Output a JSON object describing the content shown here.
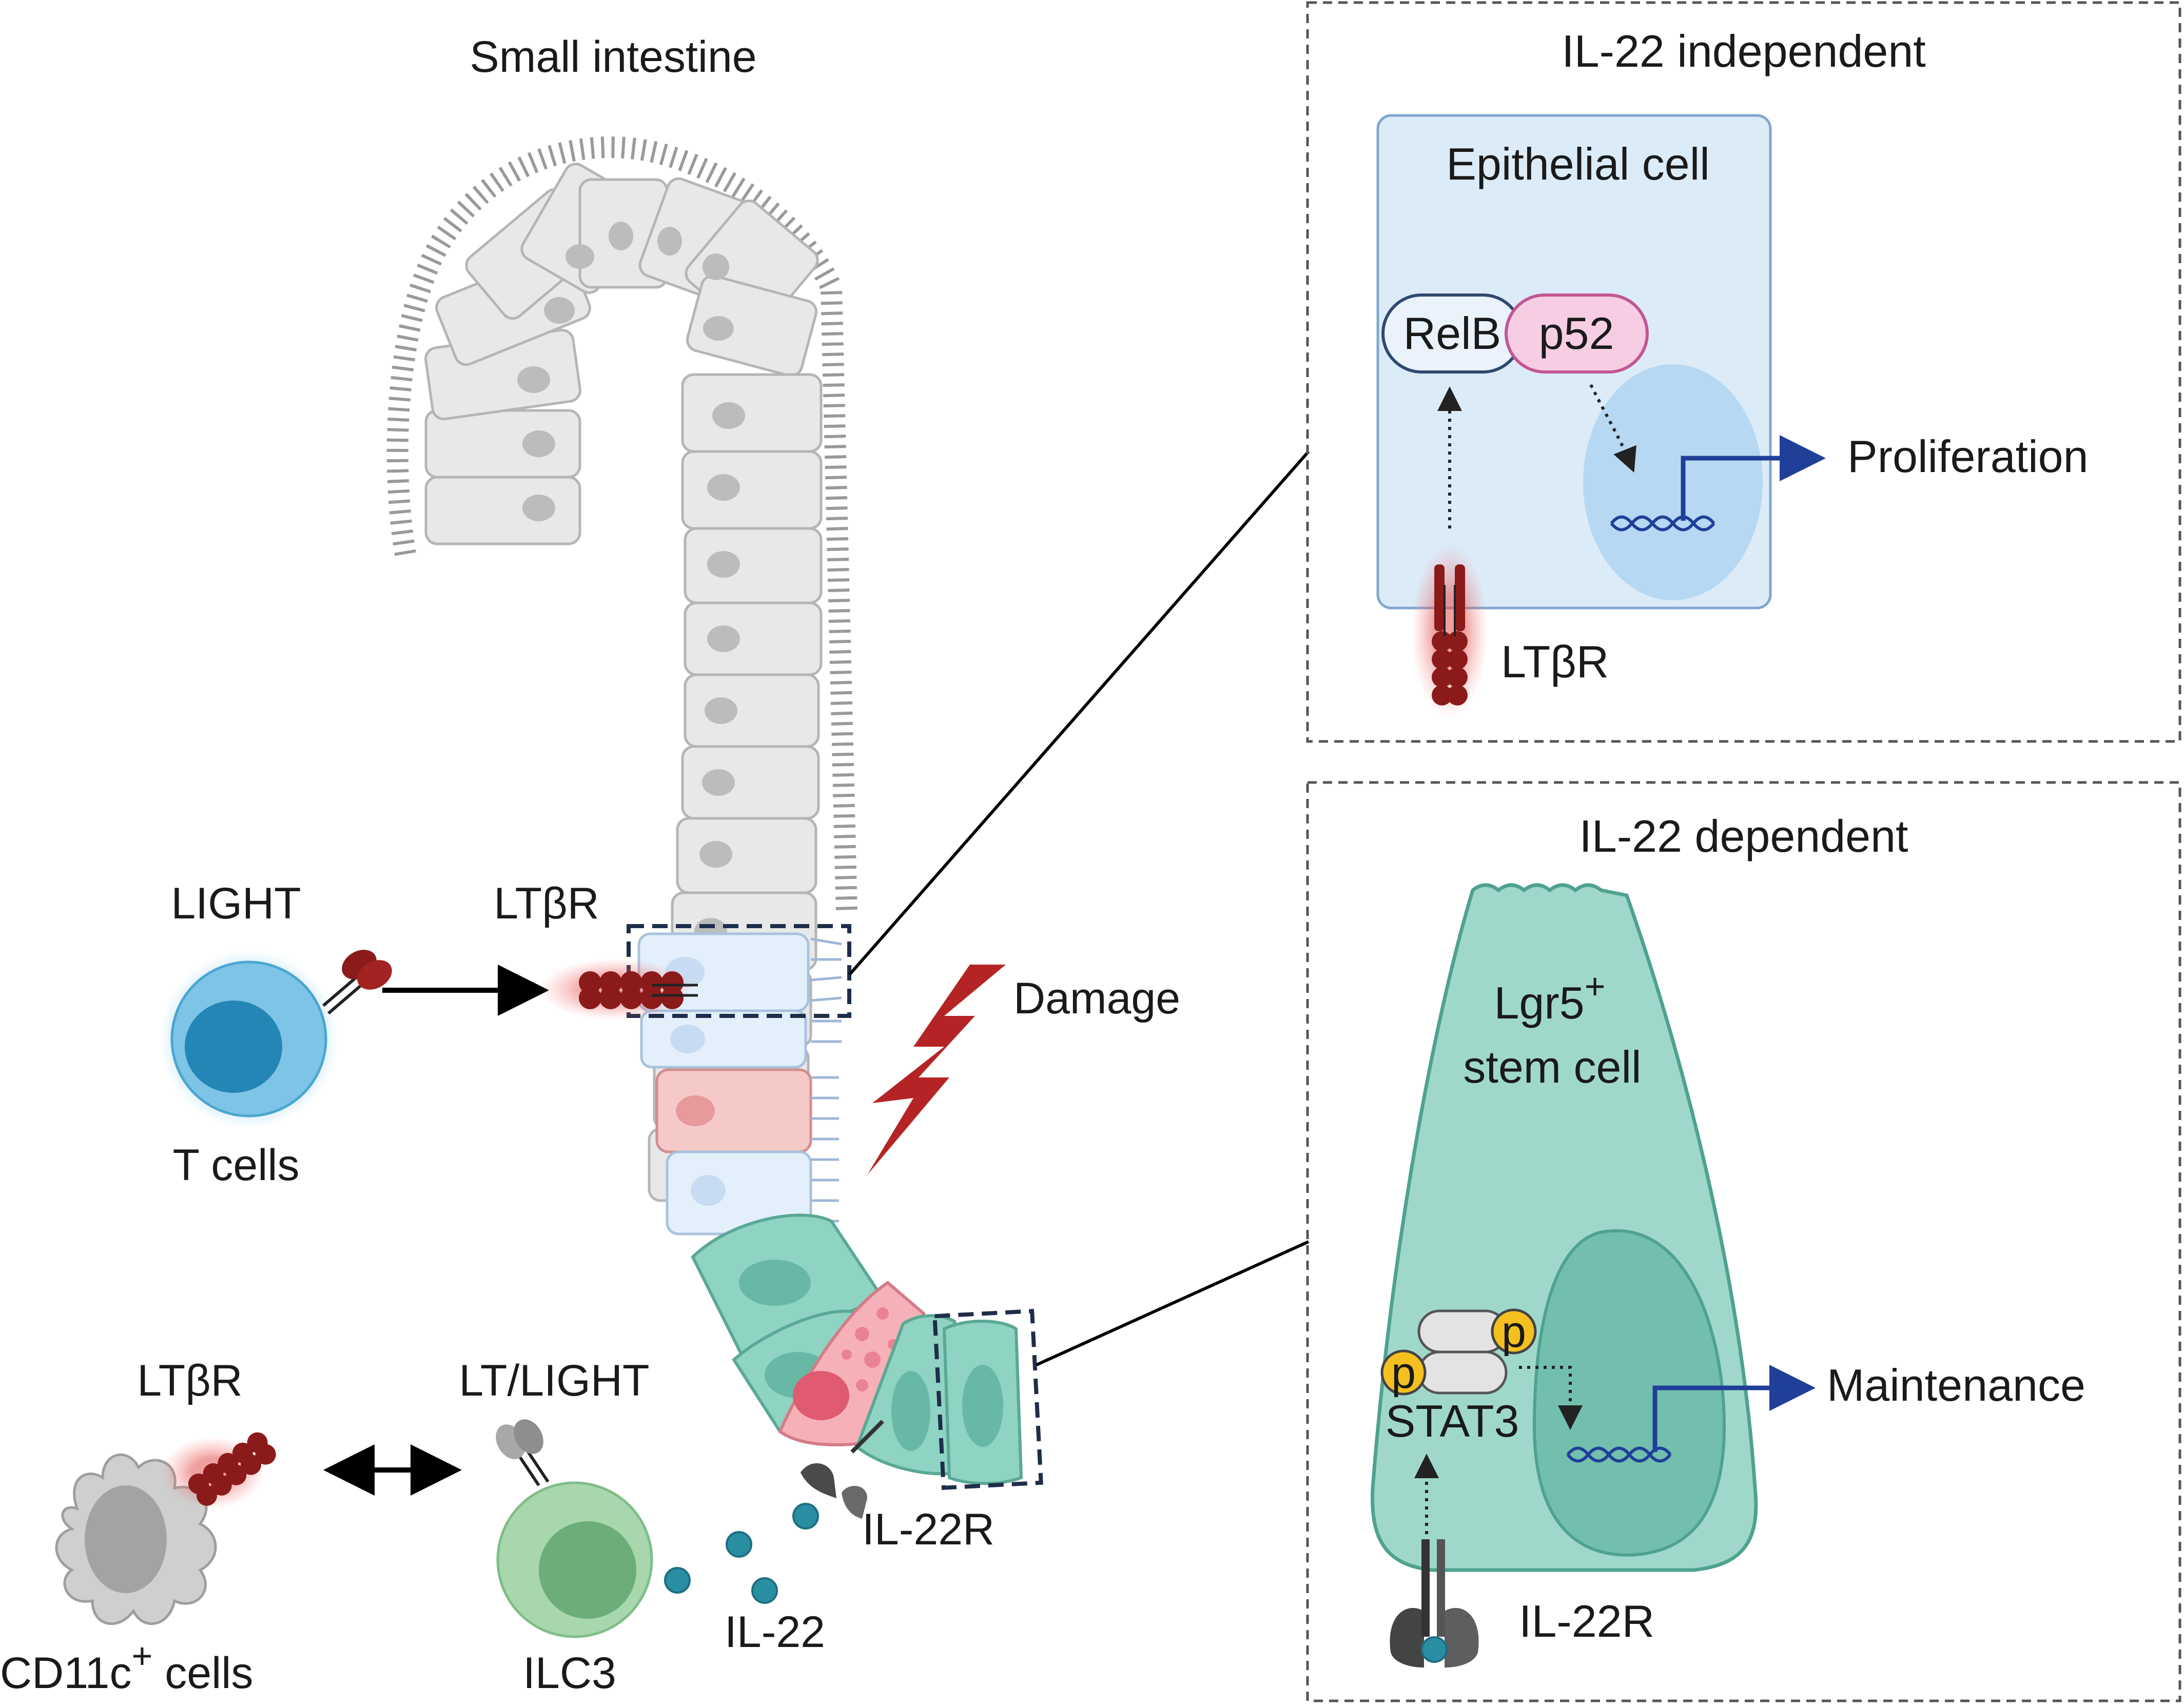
{
  "labels": {
    "small_intestine": "Small intestine",
    "light": "LIGHT",
    "t_cells": "T cells",
    "ltbr_mid": "LTβR",
    "damage": "Damage",
    "ltbr_cd11c": "LTβR",
    "cd11c_cells": "CD11c",
    "cd11c_sup": "+",
    "cd11c_suffix": " cells",
    "lt_light": "LT/LIGHT",
    "ilc3": "ILC3",
    "il22": "IL-22",
    "il22r_mid": "IL-22R"
  },
  "panel_top": {
    "title": "IL-22 independent",
    "cell_title": "Epithelial cell",
    "relb": "RelB",
    "p52": "p52",
    "outcome": "Proliferation",
    "receptor": "LTβR"
  },
  "panel_bottom": {
    "title": "IL-22 dependent",
    "cell_title_1": "Lgr5",
    "cell_title_sup": "+",
    "cell_title_2": "stem cell",
    "phospho": "p",
    "stat3": "STAT3",
    "outcome": "Maintenance",
    "receptor": "IL-22R"
  },
  "colors": {
    "epithelium_gray": "#e6e6e6",
    "light_blue_cell": "#e3f0fb",
    "pink_cell": "#f6c9c9",
    "green_cell": "#8fd3c2",
    "ltbr_red": "#8b1a1a",
    "arrow_blue": "#1f3f99",
    "panel_dash": "#555555",
    "stem_cell": "#9fd8cb",
    "stem_nucleus": "#72bfad"
  }
}
